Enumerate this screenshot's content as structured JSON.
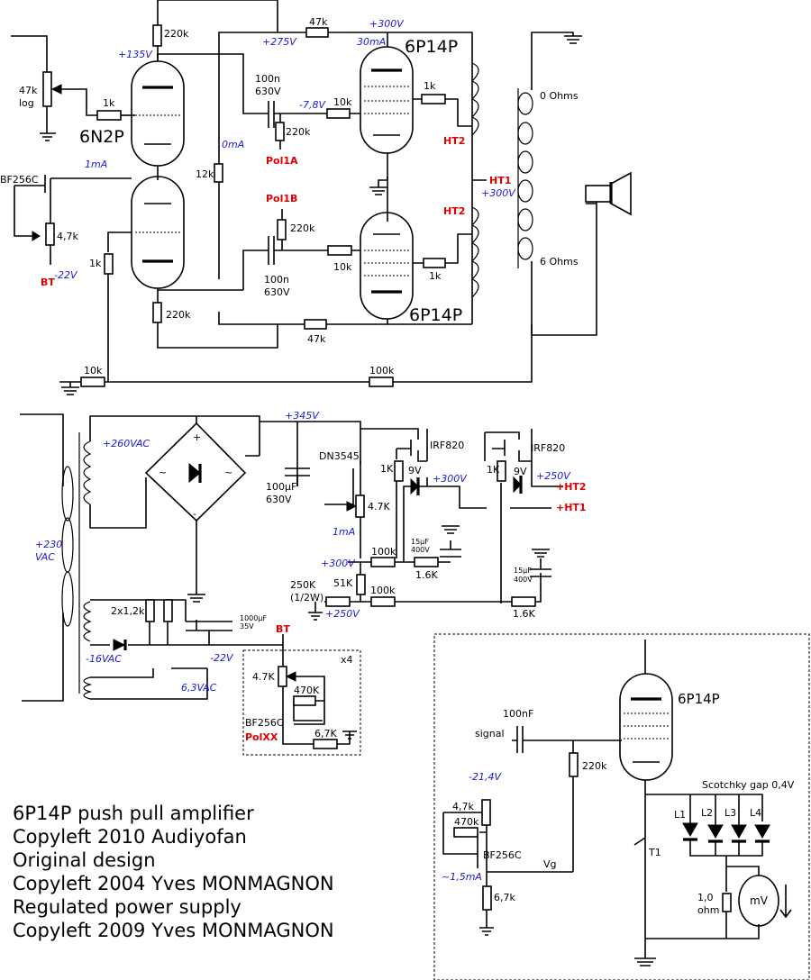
{
  "labels": {
    "r220k_top": "220k",
    "v135": "+135V",
    "v275": "+275V",
    "r47k_top": "47k",
    "v300_top": "+300V",
    "ma30": "30mA",
    "tube_6p14p_top": "6P14P",
    "pot47k": "47k",
    "log": "log",
    "r1k_in": "1k",
    "tube_6n2p": "6N2P",
    "c100n_top": "100n",
    "v630_top": "630V",
    "v78": "-7,8V",
    "r10k_top": "10k",
    "r1k_g1": "1k",
    "r220k_pol1a": "220k",
    "pol1a": "Pol1A",
    "ma0": "0mA",
    "r12k": "12k",
    "ht2_top": "HT2",
    "ht1": "HT1",
    "v300_ht1": "+300V",
    "ohm0": "0 Ohms",
    "bf256c_top": "BF256C",
    "ma1": "1mA",
    "pot4k7": "4,7k",
    "pol1b": "Pol1B",
    "r220k_pol1b": "220k",
    "ht2_bot": "HT2",
    "r1k_src": "1k",
    "v22_top": "-22V",
    "bt_top": "BT",
    "c100n_bot": "100n",
    "v630_bot": "630V",
    "r10k_bot": "10k",
    "r1k_g2": "1k",
    "ohm6": "6 Ohms",
    "r220k_bot": "220k",
    "tube_6p14p_bot": "6P14P",
    "r47k_bot": "47k",
    "r10k_fb": "10k",
    "r100k_fb": "100k",
    "v345": "+345V",
    "vac260": "+260VAC",
    "plus": "+",
    "minus": "-",
    "tilde": "~",
    "dn3545": "DN3545",
    "irf820_a": "IRF820",
    "irf820_b": "IRF820",
    "r1k_a": "1K",
    "z9v_a": "9V",
    "r1k_b": "1K",
    "z9v_b": "9V",
    "v250": "+250V",
    "ht2_ps": "+HT2",
    "ht1_ps": "+HT1",
    "v300_ps": "+300V",
    "c100uf": "100µF",
    "c630v": "630V",
    "r4k7_ps": "4.7K",
    "ma1_ps": "1mA",
    "c15uf_a": "15µF",
    "c400v_a": "400V",
    "r100k_ps1": "100k",
    "r1k6_a": "1.6K",
    "v300_ps2": "+300V",
    "vac230": "+230",
    "vac_word": "VAC",
    "r51k": "51K",
    "r250k": "250K",
    "w12": "(1/2W)",
    "r100k_ps2": "100k",
    "v250_ps": "+250V",
    "c15uf_b": "15µF",
    "c400v_b": "400V",
    "r1k6_b": "1.6K",
    "r2x12k": "2x1,2k",
    "c1000uf": "1000µF",
    "c35v": "35V",
    "bt_ps": "BT",
    "v22_ps": "-22V",
    "vac16": "-16VAC",
    "x4": "x4",
    "pot4k7_bias": "4.7K",
    "r470k_bias": "470K",
    "bf256c_bias": "BF256C",
    "polxx": "PolXX",
    "r6k7_bias": "6,7K",
    "vac63": "6,3VAC",
    "signal": "signal",
    "c100nf": "100nF",
    "tube_6p14p_test": "6P14P",
    "r220k_test": "220k",
    "v214": "-21,4V",
    "schottky": "Scotchky gap 0,4V",
    "pot4k7_test": "4,7k",
    "r470k_test": "470k",
    "bf256c_test": "BF256C",
    "vg": "Vg",
    "ma15": "~1,5mA",
    "r6k7_test": "6,7k",
    "t1": "T1",
    "l1": "L1",
    "l2": "L2",
    "l3": "L3",
    "l4": "L4",
    "r1ohm": "1,0",
    "ohm": "ohm",
    "mv": "mV"
  },
  "credits": [
    "6P14P push pull amplifier",
    "Copyleft 2010 Audiyofan",
    "Original design",
    "Copyleft 2004 Yves MONMAGNON",
    "Regulated power supply",
    "Copyleft 2009 Yves MONMAGNON"
  ],
  "colors": {
    "wire": "#000000",
    "voltage_annotation": "#1a1ad8",
    "node_label": "#e00000"
  }
}
